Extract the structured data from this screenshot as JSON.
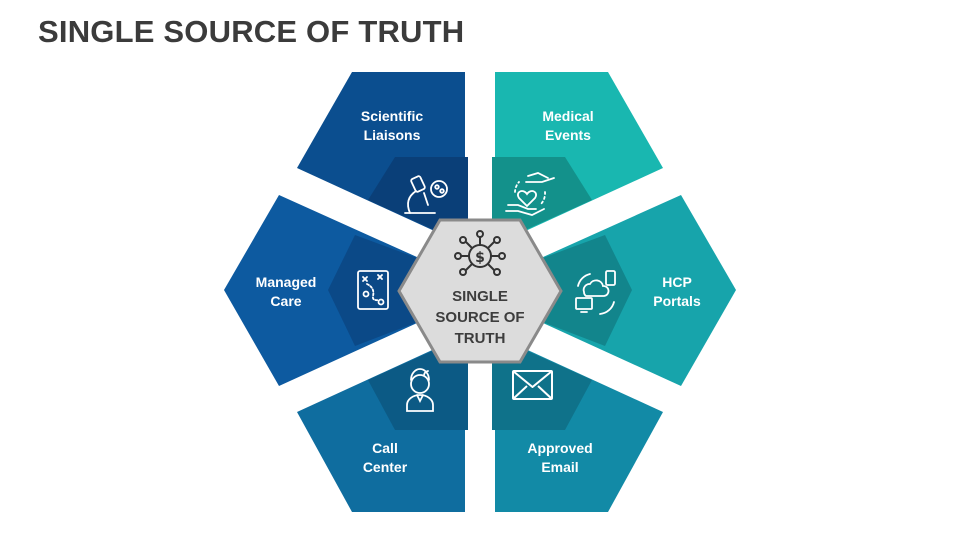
{
  "title": "SINGLE SOURCE OF TRUTH",
  "center": {
    "label": "SINGLE\nSOURCE OF\nTRUTH",
    "icon": "dollar-network-icon"
  },
  "segments": [
    {
      "label": "Scientific\nLiaisons",
      "icon": "microscope-icon",
      "color": "#0b4e8f",
      "inner_color": "#0a3f78"
    },
    {
      "label": "Medical\nEvents",
      "icon": "heart-hands-icon",
      "color": "#19b7b0",
      "inner_color": "#13918b"
    },
    {
      "label": "Managed\nCare",
      "icon": "strategy-board-icon",
      "color": "#0d5aa0",
      "inner_color": "#0b4987"
    },
    {
      "label": "HCP\nPortals",
      "icon": "cloud-devices-icon",
      "color": "#17a4ab",
      "inner_color": "#12858c"
    },
    {
      "label": "Call\nCenter",
      "icon": "headset-agent-icon",
      "color": "#0f6d9f",
      "inner_color": "#0c5a85"
    },
    {
      "label": "Approved\nEmail",
      "icon": "envelope-icon",
      "color": "#128aa6",
      "inner_color": "#0f728a"
    }
  ]
}
